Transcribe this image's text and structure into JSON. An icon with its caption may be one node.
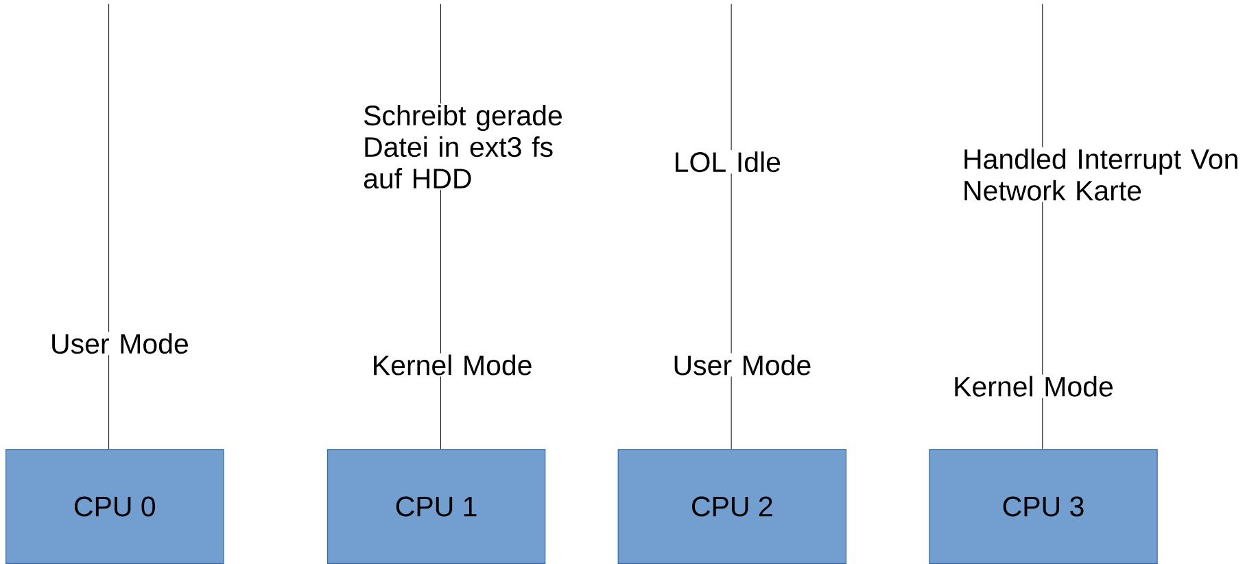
{
  "diagram": {
    "nodes": [
      {
        "text": [
          "CPU 0"
        ]
      },
      {
        "text": [
          "CPU 1"
        ]
      },
      {
        "text": [
          "CPU 2"
        ]
      },
      {
        "text": [
          "CPU 3"
        ]
      }
    ],
    "edges": [
      {
        "from": null,
        "to": 0,
        "arrow": "none"
      },
      {
        "from": null,
        "to": 1,
        "arrow": "none"
      },
      {
        "from": null,
        "to": 2,
        "arrow": "none"
      },
      {
        "from": null,
        "to": 3,
        "arrow": "none"
      }
    ],
    "labels": [
      "Schreibt gerade Datei in ext3 fs auf HDD",
      "LOL Idle",
      "Handled Interrupt Von Network Karte",
      "User Mode",
      "Kernel Mode",
      "User Mode",
      "Kernel Mode"
    ]
  }
}
